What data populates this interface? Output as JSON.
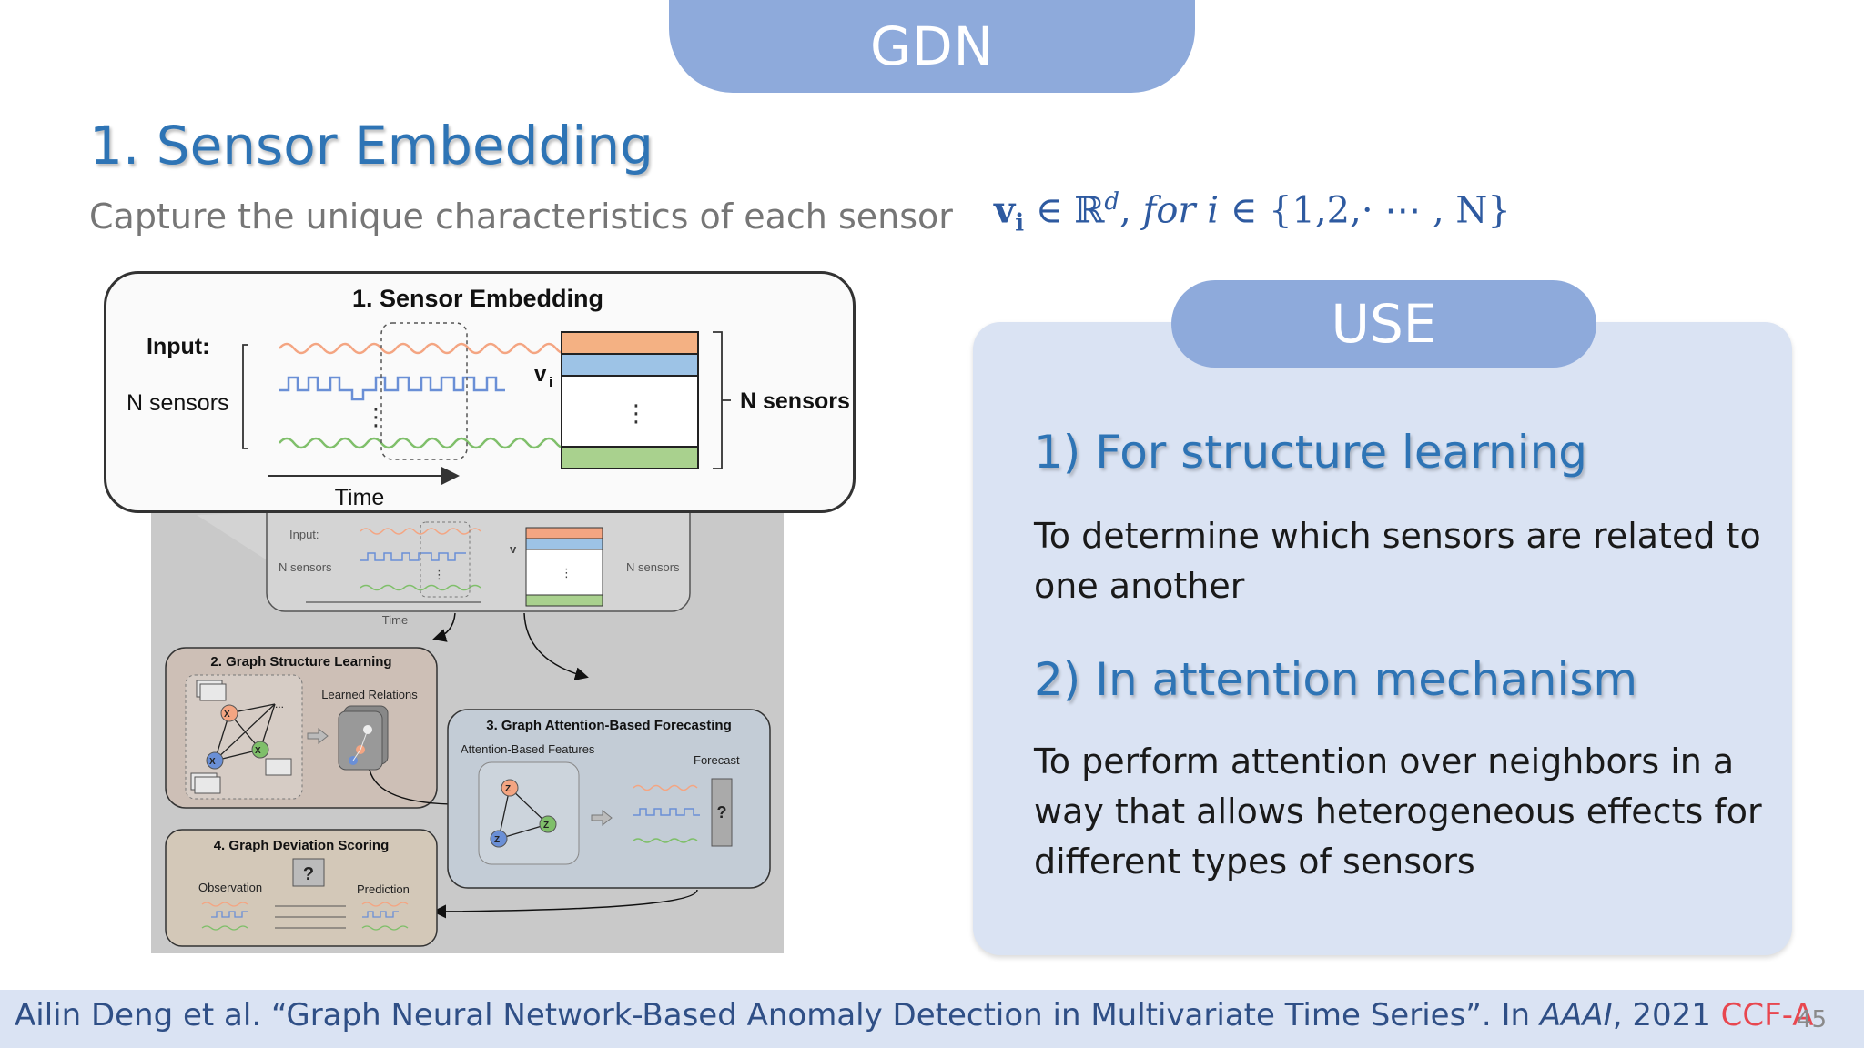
{
  "slide": {
    "title": "GDN",
    "heading": "1. Sensor Embedding",
    "subtitle": "Capture the unique characteristics of each sensor",
    "formula": {
      "vector": "v",
      "sub": "i",
      "in_reals": " ∈ ℝ",
      "dim": "d",
      "comma": ", ",
      "for_text": "for i",
      "set": " ∈ {1,2,· ⋯ , N}"
    },
    "page_number": "45"
  },
  "figure": {
    "zoom": {
      "title": "1. Sensor Embedding",
      "input_label": "Input:",
      "n_sensors_left": "N sensors",
      "time_label": "Time",
      "dots": "⋮",
      "vi_label": "v",
      "vi_sub": "i",
      "n_sensors_right": "N sensors"
    },
    "small": {
      "input_label": "Input:",
      "n_sensors_left": "N sensors",
      "time_label": "Time",
      "vi_label": "v",
      "vi_sub": "i",
      "n_sensors_right": "N sensors",
      "dots": "⋮"
    },
    "gsl": {
      "title": "2. Graph Structure Learning",
      "learned": "Learned Relations",
      "x1": "X",
      "x2": "X",
      "x3": "X",
      "ell": "..."
    },
    "gaf": {
      "title": "3. Graph Attention-Based Forecasting",
      "features": "Attention-Based Features",
      "forecast": "Forecast",
      "z1": "Z",
      "z2": "Z",
      "z3": "Z",
      "q": "?"
    },
    "gds": {
      "title": "4. Graph Deviation Scoring",
      "observation": "Observation",
      "prediction": "Prediction",
      "q": "?"
    },
    "colors": {
      "orange": "#f4a582",
      "blue": "#6a8fd6",
      "green": "#7fbf6a"
    }
  },
  "use": {
    "tab": "USE",
    "items": [
      {
        "heading": "1) For structure learning",
        "body": "To determine which sensors are related to one another"
      },
      {
        "heading": "2) In attention mechanism",
        "body": "To perform attention over neighbors in a way that allows heterogeneous effects for different types of sensors"
      }
    ]
  },
  "footer": {
    "authors": "Ailin Deng et al. “Graph Neural Network-Based Anomaly Detection in Multivariate Time Series”. In ",
    "venue": "AAAI",
    "year": ", 2021 ",
    "ccf": "CCF-A"
  }
}
